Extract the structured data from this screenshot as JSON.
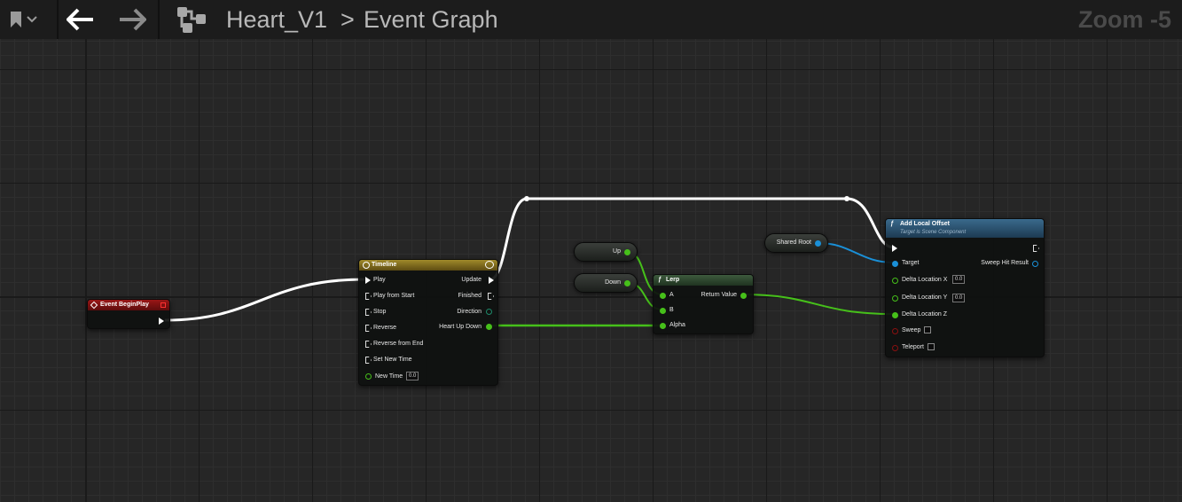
{
  "toolbar": {
    "breadcrumb_root": "Heart_V1",
    "breadcrumb_sep": ">",
    "breadcrumb_leaf": "Event Graph",
    "zoom_label": "Zoom -5"
  },
  "nodes": {
    "event_begin_play": {
      "title": "Event BeginPlay"
    },
    "timeline": {
      "title": "Timeline",
      "inputs": [
        "Play",
        "Play from Start",
        "Stop",
        "Reverse",
        "Reverse from End",
        "Set New Time",
        "New Time"
      ],
      "outputs": [
        "Update",
        "Finished",
        "Direction",
        "Heart Up Down"
      ],
      "new_time_value": "0.0"
    },
    "var_up": {
      "label": "Up"
    },
    "var_down": {
      "label": "Down"
    },
    "var_shared_root": {
      "label": "Shared Root"
    },
    "lerp": {
      "title": "Lerp",
      "inputs": [
        "A",
        "B",
        "Alpha"
      ],
      "output": "Return Value"
    },
    "add_local_offset": {
      "title": "Add Local Offset",
      "subtitle": "Target is Scene Component",
      "inputs": [
        "Target",
        "Delta Location X",
        "Delta Location Y",
        "Delta Location Z",
        "Sweep",
        "Teleport"
      ],
      "output": "Sweep Hit Result",
      "delta_x_value": "0.0",
      "delta_y_value": "0.0"
    }
  },
  "colors": {
    "event_header": "#8a1212",
    "timeline_header": "#8a7420",
    "function_header": "#2a4f6a",
    "exec_wire": "#ffffff",
    "float_wire": "#46c01a",
    "object_wire": "#1a90d8",
    "bool_pin": "#8a1010"
  }
}
